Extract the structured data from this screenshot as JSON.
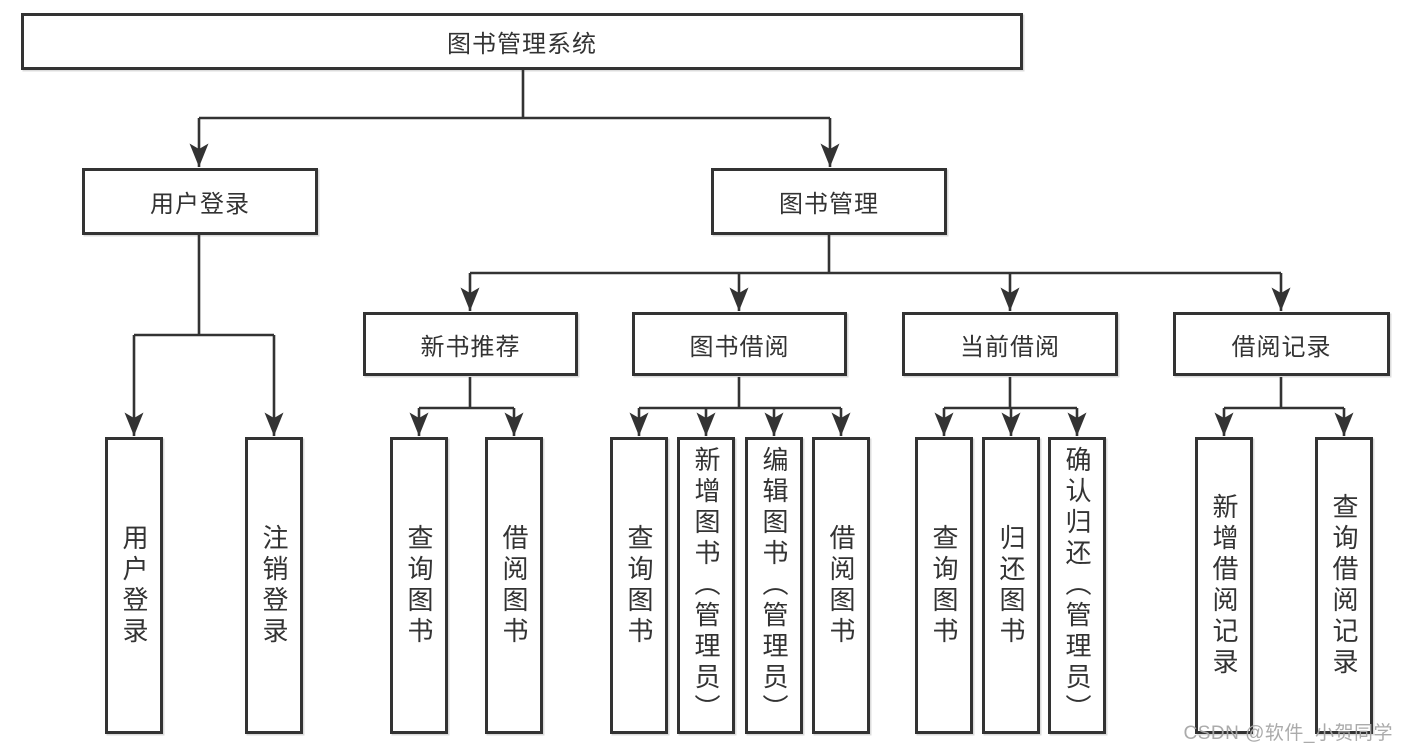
{
  "root_label": "图书管理系统",
  "branches": [
    {
      "label": "用户登录",
      "children": [
        {
          "label": "用户登录"
        },
        {
          "label": "注销登录"
        }
      ]
    },
    {
      "label": "图书管理",
      "sections": [
        {
          "label": "新书推荐",
          "children": [
            {
              "label": "查询图书"
            },
            {
              "label": "借阅图书"
            }
          ]
        },
        {
          "label": "图书借阅",
          "children": [
            {
              "label": "查询图书"
            },
            {
              "label": "新增图书（管理员）"
            },
            {
              "label": "编辑图书（管理员）"
            },
            {
              "label": "借阅图书"
            }
          ]
        },
        {
          "label": "当前借阅",
          "children": [
            {
              "label": "查询图书"
            },
            {
              "label": "归还图书"
            },
            {
              "label": "确认归还（管理员）"
            }
          ]
        },
        {
          "label": "借阅记录",
          "children": [
            {
              "label": "新增借阅记录"
            },
            {
              "label": "查询借阅记录"
            }
          ]
        }
      ]
    }
  ],
  "watermark": "CSDN @软件_小贺同学",
  "colors": {
    "line": "#333333",
    "box_border": "#333333",
    "box_fill": "#ffffff",
    "text": "#333333",
    "watermark": "#a6a6a6",
    "background": "#ffffff"
  }
}
